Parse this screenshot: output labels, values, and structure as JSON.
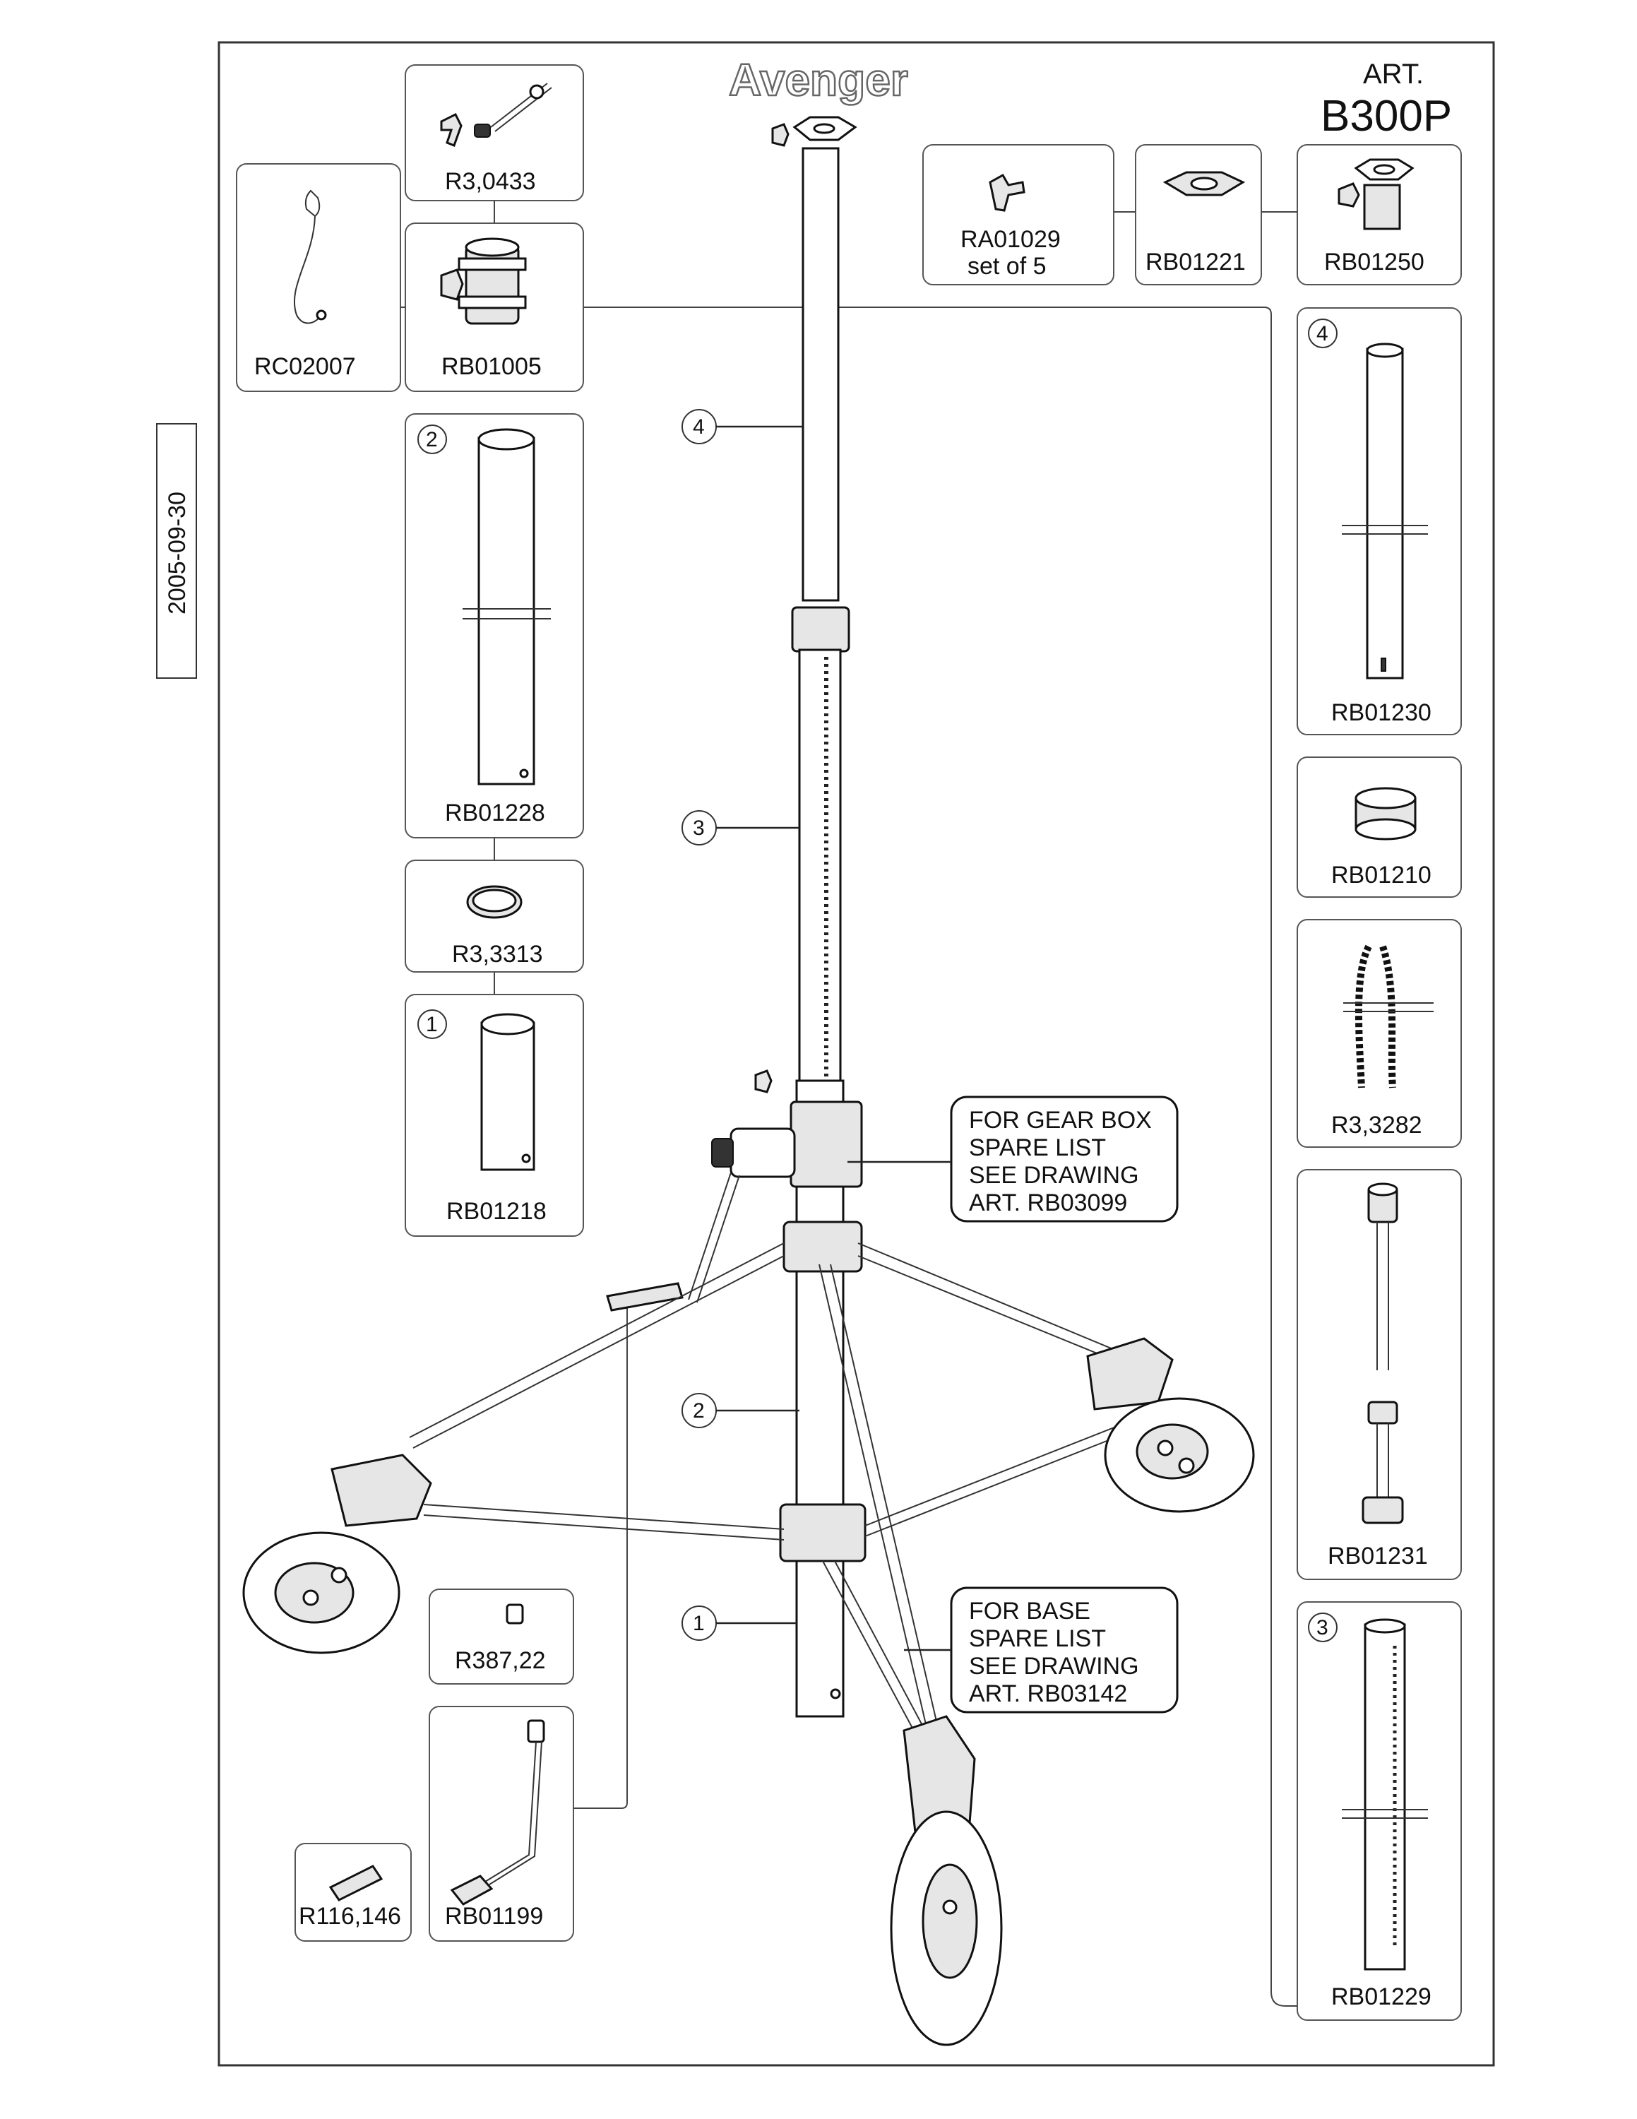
{
  "sheet": {
    "brand": "Avenger",
    "art_label": "ART.",
    "art_number": "B300P",
    "date": "2005-09-30"
  },
  "parts": [
    {
      "code": "R3,0433"
    },
    {
      "code": "RC02007"
    },
    {
      "code": "RB01005"
    },
    {
      "code": "RB01228",
      "section": "2"
    },
    {
      "code": "R3,3313"
    },
    {
      "code": "RB01218",
      "section": "1"
    },
    {
      "code": "RA01029",
      "note": "set of 5"
    },
    {
      "code": "RB01221"
    },
    {
      "code": "RB01250"
    },
    {
      "code": "RB01230",
      "section": "4"
    },
    {
      "code": "RB01210"
    },
    {
      "code": "R3,3282"
    },
    {
      "code": "RB01231"
    },
    {
      "code": "RB01229",
      "section": "3"
    },
    {
      "code": "R387,22"
    },
    {
      "code": "RB01199"
    },
    {
      "code": "R116,146"
    }
  ],
  "callouts": [
    {
      "number": "4"
    },
    {
      "number": "3"
    },
    {
      "number": "2"
    },
    {
      "number": "1"
    }
  ],
  "notes": {
    "gear_box": [
      "FOR GEAR BOX",
      "SPARE LIST",
      "SEE DRAWING",
      "ART. RB03099"
    ],
    "base": [
      "FOR BASE",
      "SPARE LIST",
      "SEE DRAWING",
      "ART. RB03142"
    ]
  }
}
